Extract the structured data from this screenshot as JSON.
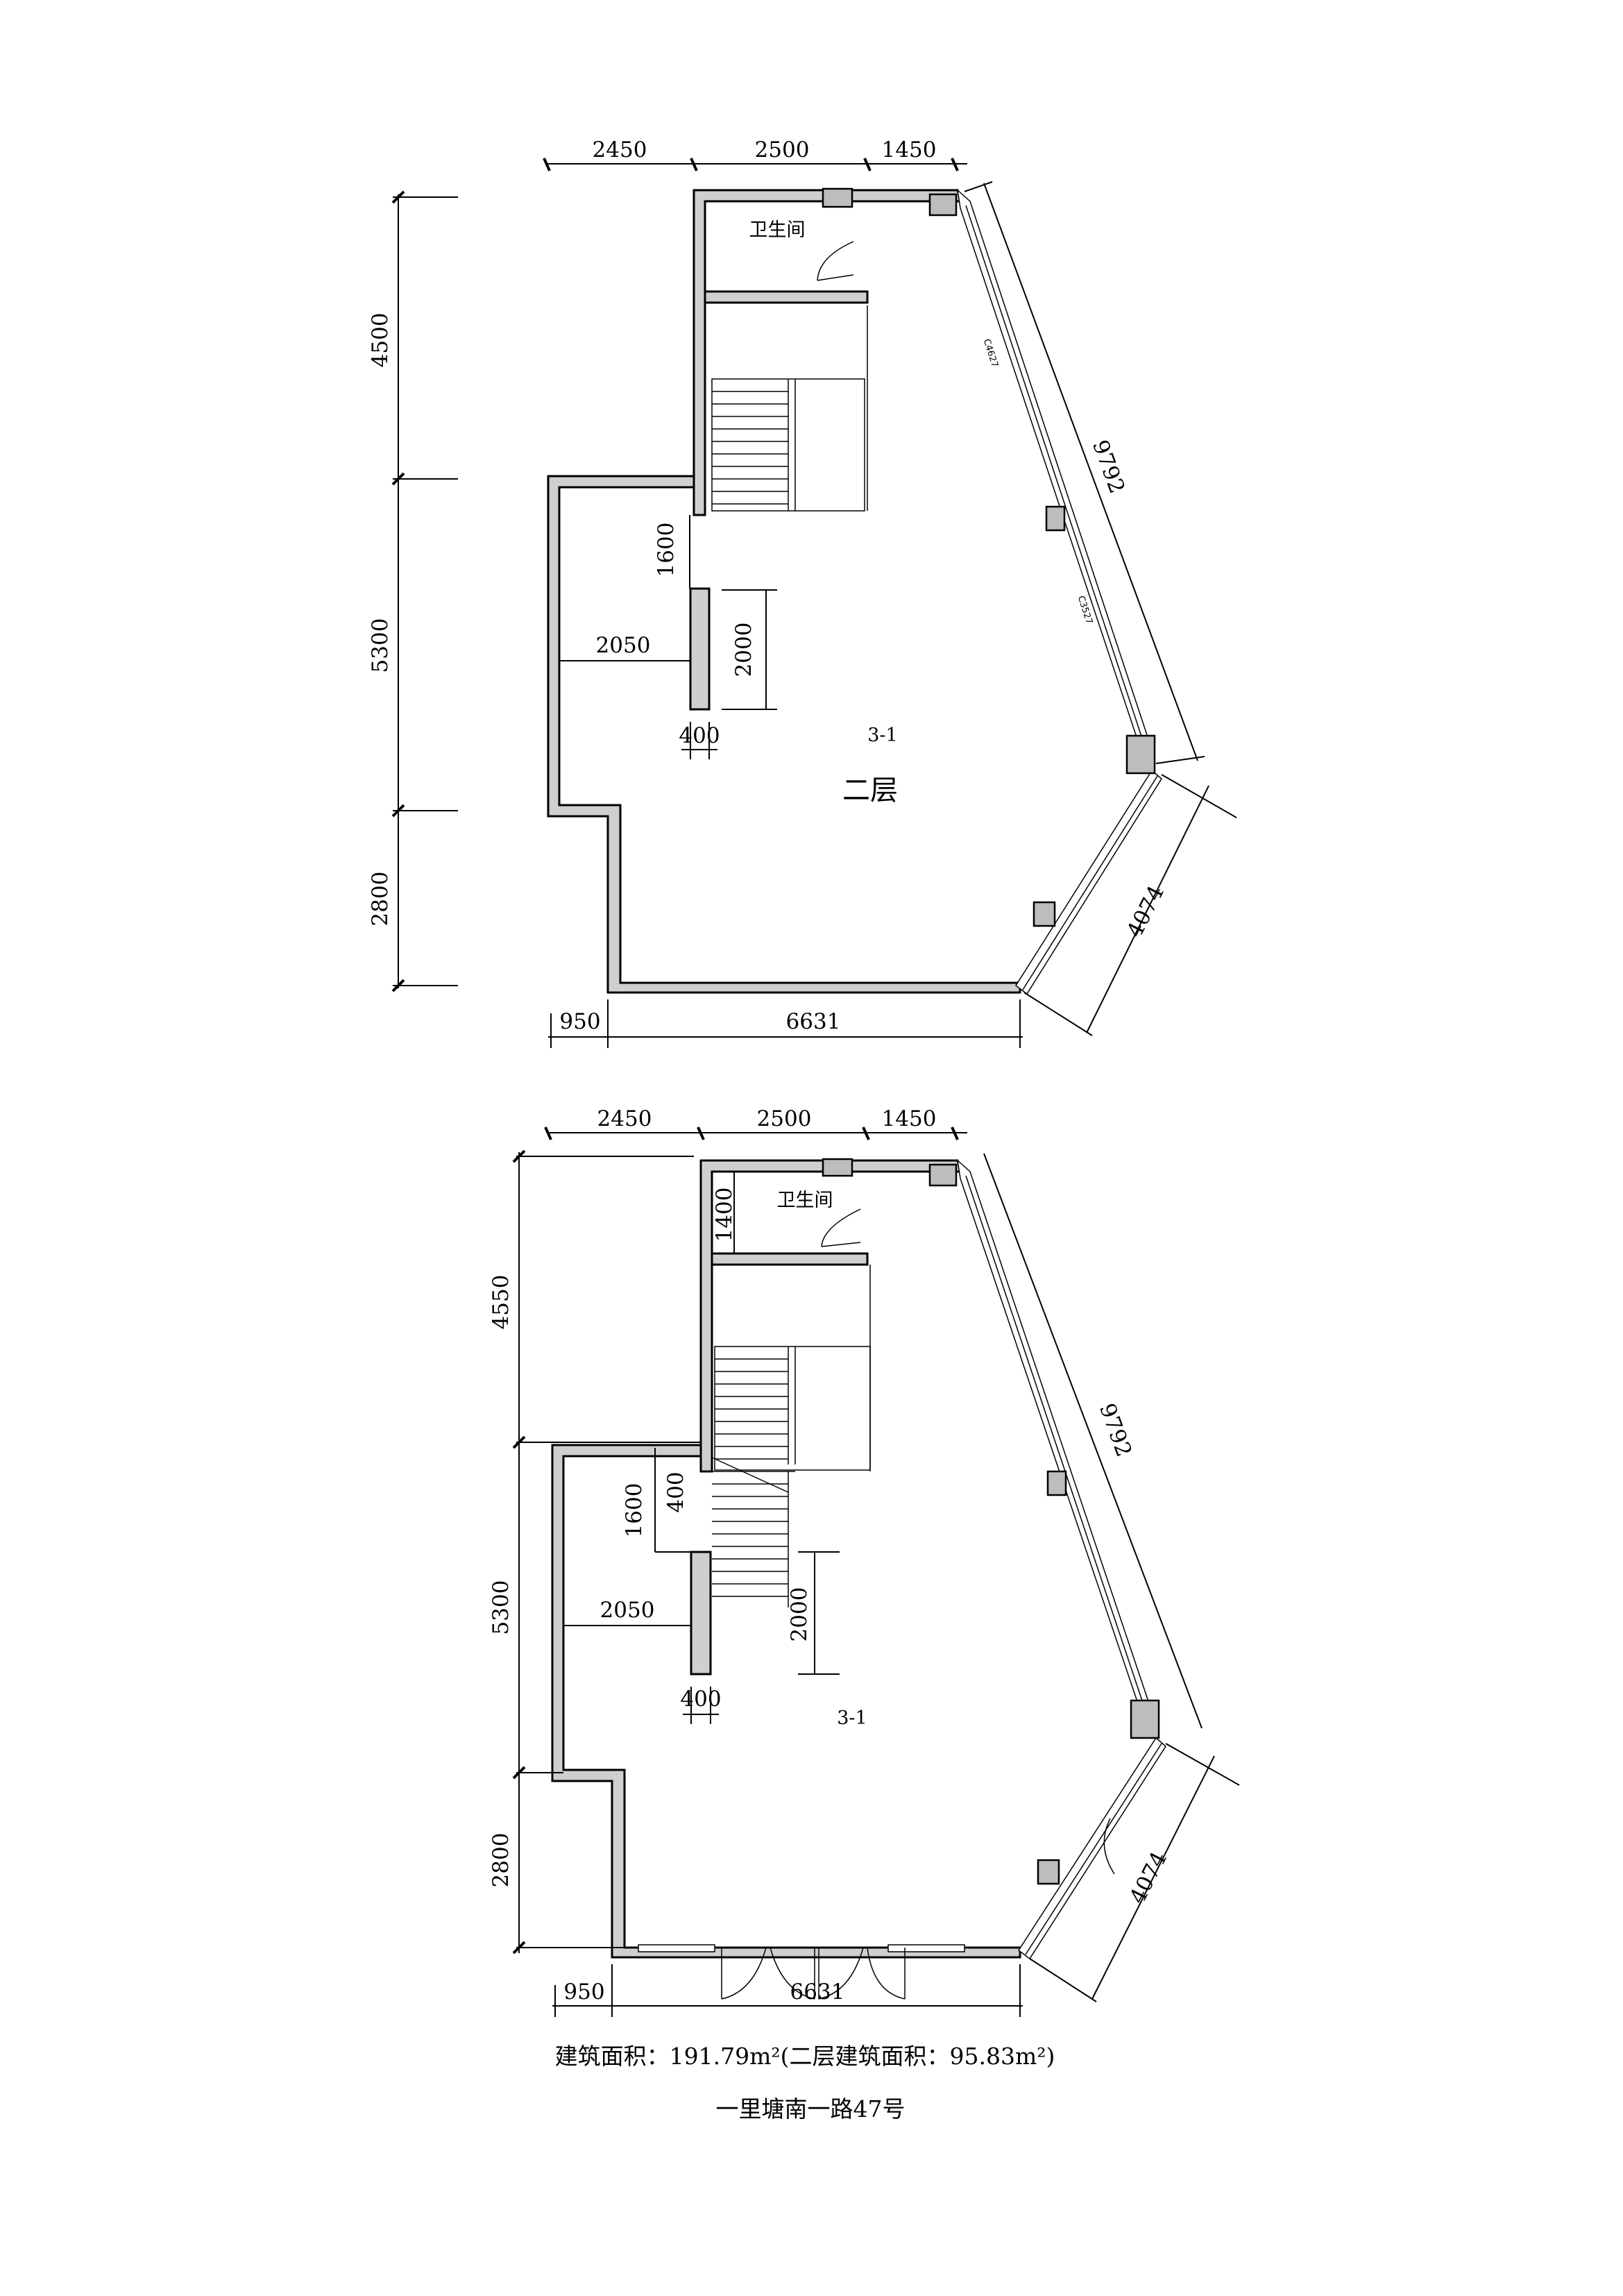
{
  "plan_upper": {
    "floor_label": "二层",
    "unit_label": "3-1",
    "bathroom_label": "卫生间",
    "window_codes": [
      "C4627",
      "C3527"
    ],
    "dims_top": [
      "2450",
      "2500",
      "1450"
    ],
    "dims_left": [
      "4500",
      "5300",
      "2800"
    ],
    "dims_bottom": [
      "950",
      "6631"
    ],
    "dim_diag_upper": "9792",
    "dim_diag_lower": "4074",
    "dim_inner": [
      "1600",
      "2050",
      "2000",
      "400"
    ]
  },
  "plan_lower": {
    "unit_label": "3-1",
    "bathroom_label": "卫生间",
    "dims_top": [
      "2450",
      "2500",
      "1450"
    ],
    "dims_left": [
      "4550",
      "5300",
      "2800"
    ],
    "dims_bottom": [
      "950",
      "6631"
    ],
    "dim_diag_upper": "9792",
    "dim_diag_lower": "4074",
    "dim_inner": [
      "1400",
      "1600",
      "400",
      "2050",
      "2000",
      "400"
    ]
  },
  "footer": {
    "area_text": "建筑面积：191.79m²(二层建筑面积：95.83m²)",
    "address": "一里塘南一路47号"
  }
}
